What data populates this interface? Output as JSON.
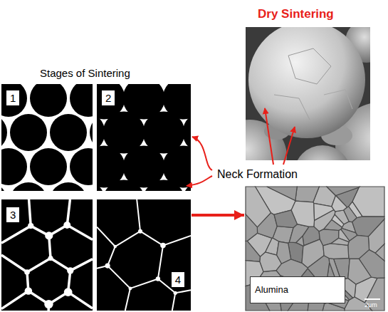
{
  "diagram": {
    "nodes": [
      {
        "text": [
          "1"
        ]
      },
      {
        "text": [
          "2"
        ]
      },
      {
        "text": [
          "3"
        ]
      },
      {
        "text": [
          "4"
        ]
      },
      {
        "text": [
          "Alumina"
        ]
      }
    ],
    "edges": [
      {
        "from": 3,
        "to": 4,
        "arrow": "to"
      }
    ],
    "labels": [
      "Stages of Sintering",
      "Dry Sintering",
      "Neck Formation",
      "2μm"
    ]
  }
}
